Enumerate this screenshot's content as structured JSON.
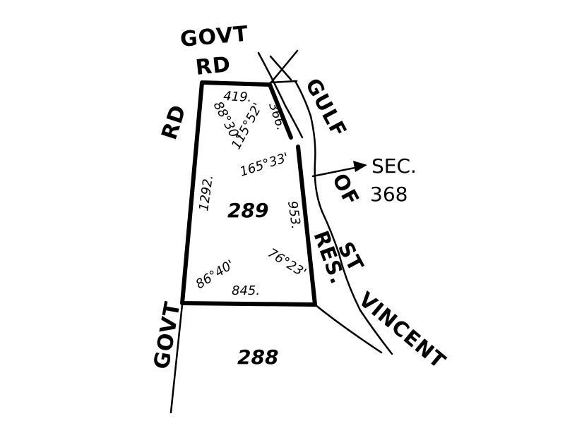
{
  "colors": {
    "ink": "#000000",
    "paper": "#ffffff"
  },
  "roads": {
    "gov_top": "GOVT",
    "rd_top": "RD",
    "rd_left": "RD",
    "gov_bottom": "GOVT"
  },
  "water": {
    "gulf": "GULF",
    "of": "OF",
    "st": "ST",
    "vincent": "VINCENT"
  },
  "reserve": {
    "label": "RES."
  },
  "section": {
    "label": "SEC.",
    "number": "368"
  },
  "lots": {
    "main": "289",
    "south": "288"
  },
  "measurements": {
    "top_length": "419.",
    "right_upper_length": "366.",
    "left_length": "1292.",
    "right_lower_length": "953.",
    "bottom_length": "845."
  },
  "angles": {
    "top_left": "88°30'",
    "top_inner": "115°52'",
    "right_bend": "165°33'",
    "bottom_right": "76°23'",
    "bottom_left": "86°40'"
  }
}
